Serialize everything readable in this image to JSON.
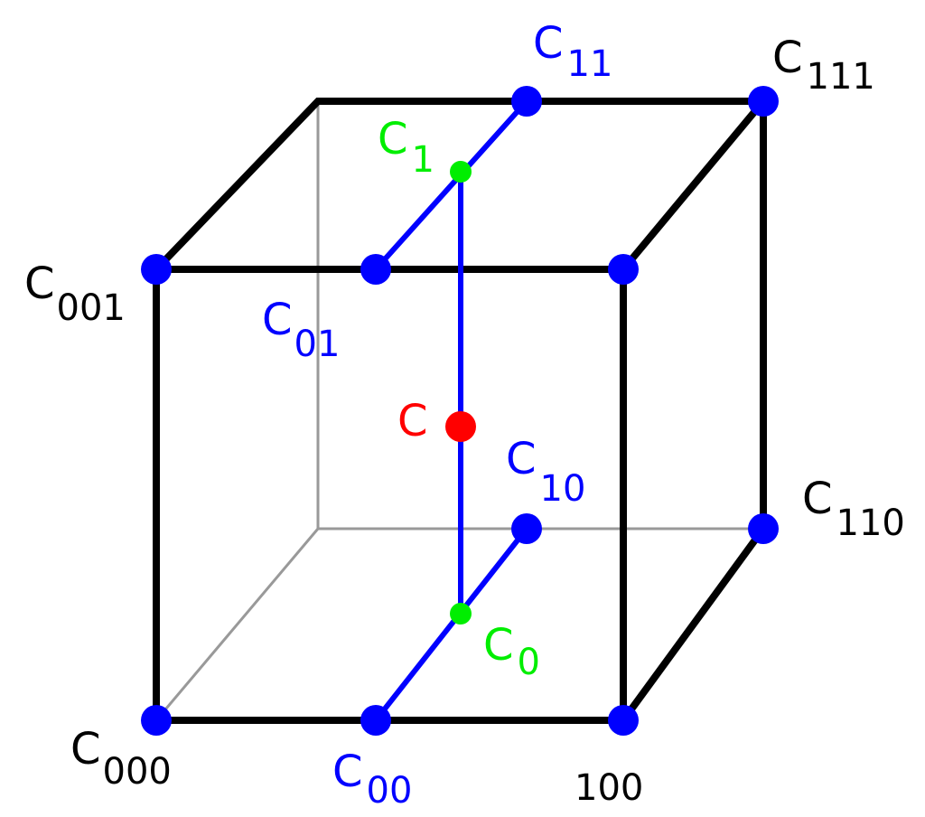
{
  "title": "Trilinear interpolation cube",
  "colors": {
    "edge": "#000000",
    "hidden": "#999999",
    "blue": "#0000ff",
    "green": "#00ee00",
    "red": "#ff0000"
  },
  "labels": {
    "c000": {
      "main": "C",
      "sub": "000"
    },
    "c001": {
      "main": "C",
      "sub": "001"
    },
    "c111": {
      "main": "C",
      "sub": "111"
    },
    "c110": {
      "main": "C",
      "sub": "110"
    },
    "c100": {
      "text": "100"
    },
    "c00": {
      "main": "C",
      "sub": "00"
    },
    "c01": {
      "main": "C",
      "sub": "01"
    },
    "c10": {
      "main": "C",
      "sub": "10"
    },
    "c11": {
      "main": "C",
      "sub": "11"
    },
    "c0": {
      "main": "C",
      "sub": "0"
    },
    "c1": {
      "main": "C",
      "sub": "1"
    },
    "c": {
      "main": "C"
    }
  }
}
